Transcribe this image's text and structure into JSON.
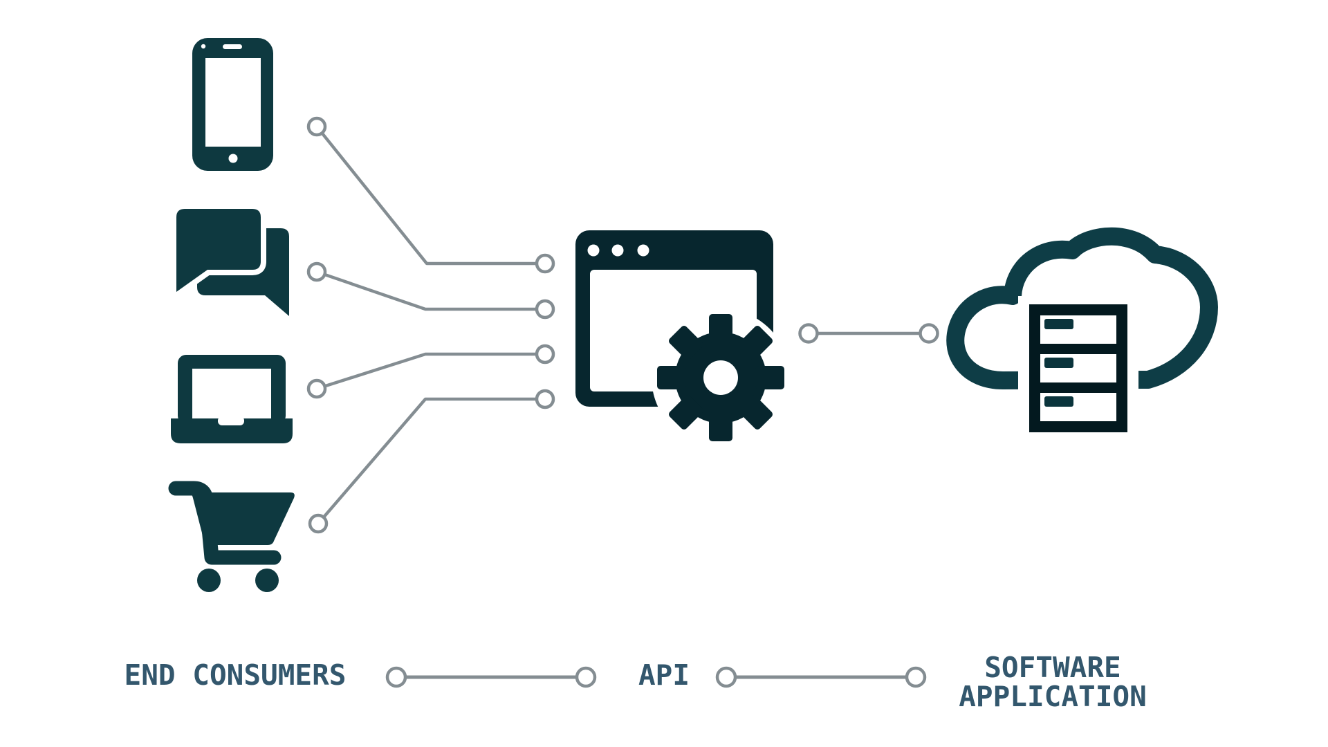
{
  "legend": {
    "end_consumers": "END CONSUMERS",
    "api": "API",
    "software_line1": "SOFTWARE",
    "software_line2": "APPLICATION"
  },
  "nodes": {
    "end_consumers": {
      "label": "END CONSUMERS",
      "icons": [
        "smartphone-icon",
        "chat-bubbles-icon",
        "laptop-icon",
        "shopping-cart-icon"
      ]
    },
    "api": {
      "label": "API",
      "icons": [
        "browser-window-icon",
        "gear-icon"
      ]
    },
    "software_application": {
      "label": "SOFTWARE APPLICATION",
      "icons": [
        "cloud-icon",
        "server-icon"
      ]
    }
  },
  "connections": {
    "consumer_lines_to_api": 4,
    "api_to_cloud_lines": 1,
    "legend_links": 2
  },
  "colors": {
    "icon_teal": "#0e3940",
    "browser_teal": "#07262e",
    "cloud_teal": "#0e3d46",
    "server_dark": "#03191f",
    "server_bar_teal": "#0a343c",
    "label_text": "#33576d",
    "connector_gray": "#848d92",
    "background": "#ffffff"
  }
}
